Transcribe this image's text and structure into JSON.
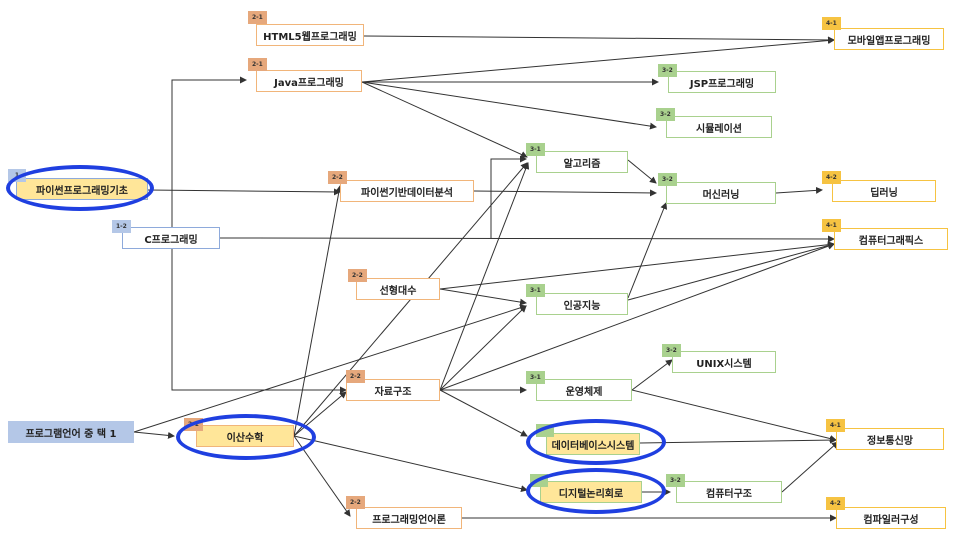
{
  "nodes": {
    "html5": {
      "label": "HTML5웹프로그래밍",
      "badge": "2-1"
    },
    "java": {
      "label": "Java프로그래밍",
      "badge": "2-1"
    },
    "python_basic": {
      "label": "파이썬프로그래밍기초",
      "badge": "1"
    },
    "c_prog": {
      "label": "C프로그래밍",
      "badge": "1-2"
    },
    "python_data": {
      "label": "파이썬기반데이터분석",
      "badge": "2-2"
    },
    "linear_algebra": {
      "label": "선형대수",
      "badge": "2-2"
    },
    "data_structures": {
      "label": "자료구조",
      "badge": "2-2"
    },
    "elective": {
      "label": "프로그램언어 중 택 1",
      "badge": ""
    },
    "discrete_math": {
      "label": "이산수학",
      "badge": "2-1"
    },
    "prog_lang_theory": {
      "label": "프로그래밍언어론",
      "badge": "2-2"
    },
    "algorithms": {
      "label": "알고리즘",
      "badge": "3-1"
    },
    "jsp": {
      "label": "JSP프로그래밍",
      "badge": "3-2"
    },
    "simulation": {
      "label": "시뮬레이션",
      "badge": "3-2"
    },
    "machine_learning": {
      "label": "머신러닝",
      "badge": "3-2"
    },
    "ai": {
      "label": "인공지능",
      "badge": "3-1"
    },
    "unix": {
      "label": "UNIX시스템",
      "badge": "3-2"
    },
    "os": {
      "label": "운영체제",
      "badge": "3-1"
    },
    "database": {
      "label": "데이터베이스시스템",
      "badge": ""
    },
    "digital_logic": {
      "label": "디지털논리회로",
      "badge": ""
    },
    "comp_arch": {
      "label": "컴퓨터구조",
      "badge": "3-2"
    },
    "mobile_app": {
      "label": "모바일앱프로그래밍",
      "badge": "4-1"
    },
    "deep_learning": {
      "label": "딥러닝",
      "badge": "4-2"
    },
    "graphics": {
      "label": "컴퓨터그래픽스",
      "badge": "4-1"
    },
    "networks": {
      "label": "정보통신망",
      "badge": "4-1"
    },
    "compiler": {
      "label": "컴파일러구성",
      "badge": "4-2"
    }
  },
  "colors": {
    "year1": "#b4c7e7",
    "year2": "#e6a87c",
    "year3": "#a9d18e",
    "year4": "#f6c342",
    "highlight_fill": "#ffe699",
    "circle": "#1f3fe0",
    "arrow": "#333333"
  }
}
